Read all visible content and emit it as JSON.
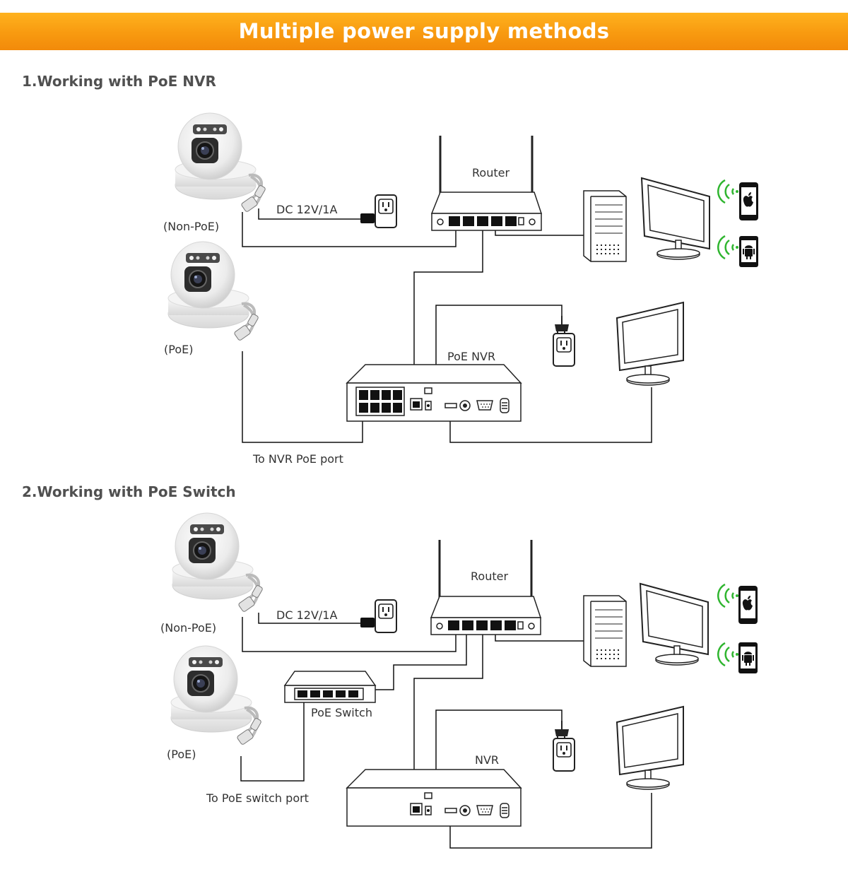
{
  "banner": {
    "title": "Multiple power supply methods",
    "color": "#f89a10"
  },
  "section1": {
    "title": "1.Working with PoE NVR",
    "camera_nonpoe_label": "(Non-PoE)",
    "camera_poe_label": "(PoE)",
    "dc_label": "DC 12V/1A",
    "router_label": "Router",
    "nvr_label": "PoE NVR",
    "port_label": "To NVR PoE port"
  },
  "section2": {
    "title": "2.Working with PoE Switch",
    "camera_nonpoe_label": "(Non-PoE)",
    "camera_poe_label": "(PoE)",
    "dc_label": "DC 12V/1A",
    "router_label": "Router",
    "switch_label": "PoE Switch",
    "nvr_label": "NVR",
    "port_label": "To PoE switch port"
  },
  "icons": {
    "camera": "dome-camera-icon",
    "router": "router-icon",
    "outlet": "wall-outlet-icon",
    "pc": "desktop-tower-icon",
    "monitor": "monitor-icon",
    "iphone": "apple-phone-icon",
    "android": "android-phone-icon",
    "wifi": "wifi-signal-icon"
  },
  "colors": {
    "wifi": "#2fb52f",
    "line": "#111111"
  }
}
